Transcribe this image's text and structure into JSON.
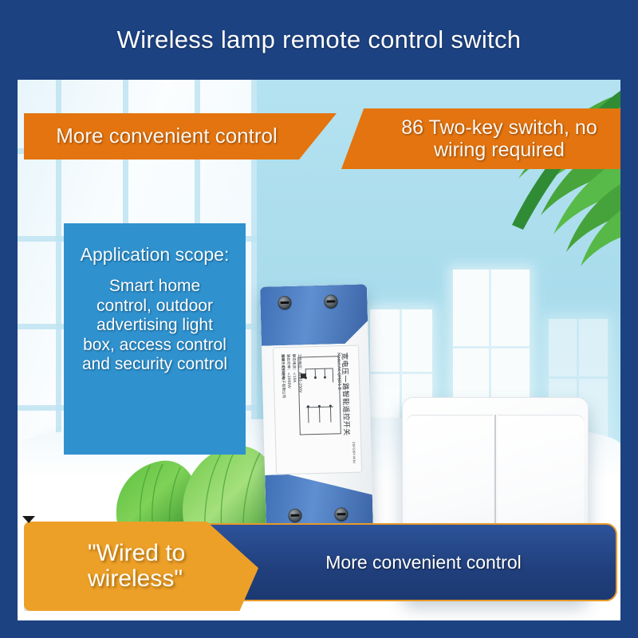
{
  "poster": {
    "title": "Wireless lamp remote control switch",
    "colors": {
      "frame_navy": "#1d4281",
      "banner_orange": "#e3740f",
      "bottom_orange": "#eda028",
      "bottom_blue": "#203f7c",
      "panel_blue": "#2f92cf",
      "wall_blue": "#a9dcec",
      "led_blue": "#3a22d8"
    }
  },
  "top_banners": {
    "left_label": "More convenient control",
    "right_line1": "86 Two-key switch, no",
    "right_line2": "wiring required"
  },
  "scope_panel": {
    "title": "Application scope:",
    "line1": "Smart home",
    "line2": "control, outdoor",
    "line3": "advertising light",
    "line4": "box, access control",
    "line5": "and security control"
  },
  "module": {
    "label_main": "宽电压一路智能遥控开关",
    "label_model": "Model:AK-QMJD1-B",
    "spec_line1": "工作电压：AC85-250V",
    "spec_line2": "静态电流：<10A",
    "spec_line3": "输出功率：<2000W",
    "spec_line4": "频率：433MHz",
    "company": "深圳市爱科创电子有限公司",
    "brand": "ZKFGWY-MINI"
  },
  "switch_panel": {
    "keys": [
      "key-left",
      "key-right"
    ],
    "indicator": "blue-led"
  },
  "bottom_banners": {
    "orange_line1": "\"Wired to",
    "orange_line2": "wireless\"",
    "blue_label": "More convenient control"
  }
}
